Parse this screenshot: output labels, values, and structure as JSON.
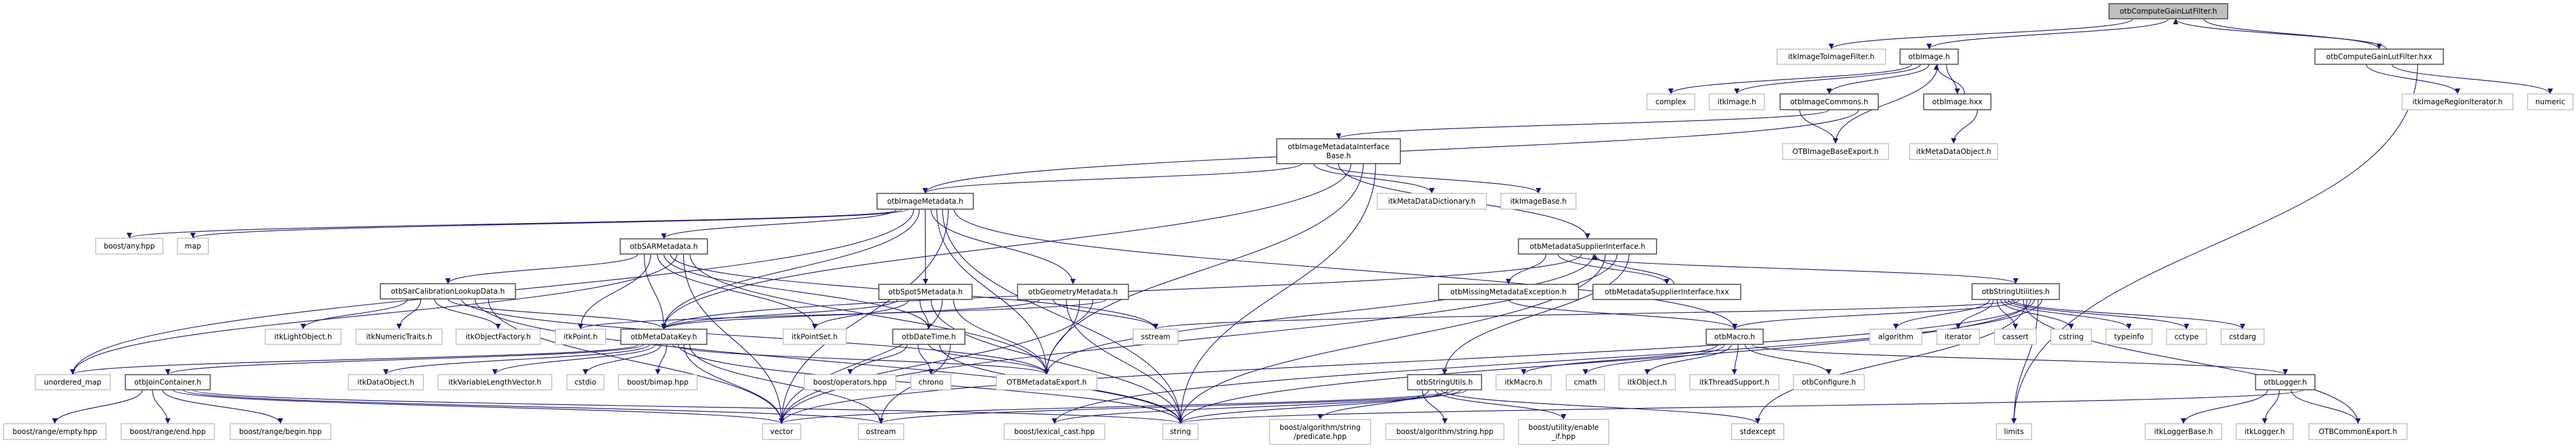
{
  "colors": {
    "edge": "#191970",
    "root_fill": "#bfbfbf",
    "internal_border": "#404040",
    "external_border": "#bfbfbf"
  },
  "nodes": [
    {
      "lines": [
        "otbComputeGainLutFilter.h"
      ],
      "kind": "root"
    },
    {
      "lines": [
        "itkImageToImageFilter.h"
      ],
      "kind": "external"
    },
    {
      "lines": [
        "otbImage.h"
      ],
      "kind": "internal"
    },
    {
      "lines": [
        "otbComputeGainLutFilter.hxx"
      ],
      "kind": "internal"
    },
    {
      "lines": [
        "complex"
      ],
      "kind": "external"
    },
    {
      "lines": [
        "itkImage.h"
      ],
      "kind": "external"
    },
    {
      "lines": [
        "otbImageCommons.h"
      ],
      "kind": "internal"
    },
    {
      "lines": [
        "otbImage.hxx"
      ],
      "kind": "internal"
    },
    {
      "lines": [
        "itkImageRegionIterator.h"
      ],
      "kind": "external"
    },
    {
      "lines": [
        "numeric"
      ],
      "kind": "external"
    },
    {
      "lines": [
        "otbImageMetadataInterface",
        "Base.h"
      ],
      "kind": "internal"
    },
    {
      "lines": [
        "OTBImageBaseExport.h"
      ],
      "kind": "external"
    },
    {
      "lines": [
        "itkMetaDataObject.h"
      ],
      "kind": "external"
    },
    {
      "lines": [
        "otbImageMetadata.h"
      ],
      "kind": "internal"
    },
    {
      "lines": [
        "itkMetaDataDictionary.h"
      ],
      "kind": "external"
    },
    {
      "lines": [
        "itkImageBase.h"
      ],
      "kind": "external"
    },
    {
      "lines": [
        "boost/any.hpp"
      ],
      "kind": "external"
    },
    {
      "lines": [
        "map"
      ],
      "kind": "external"
    },
    {
      "lines": [
        "otbSARMetadata.h"
      ],
      "kind": "internal"
    },
    {
      "lines": [
        "otbMetadataSupplierInterface.h"
      ],
      "kind": "internal"
    },
    {
      "lines": [
        "otbSarCalibrationLookupData.h"
      ],
      "kind": "internal"
    },
    {
      "lines": [
        "otbSpot5Metadata.h"
      ],
      "kind": "internal"
    },
    {
      "lines": [
        "otbGeometryMetadata.h"
      ],
      "kind": "internal"
    },
    {
      "lines": [
        "otbMissingMetadataException.h"
      ],
      "kind": "internal"
    },
    {
      "lines": [
        "otbMetadataSupplierInterface.hxx"
      ],
      "kind": "internal"
    },
    {
      "lines": [
        "otbStringUtilities.h"
      ],
      "kind": "internal"
    },
    {
      "lines": [
        "itkLightObject.h"
      ],
      "kind": "external"
    },
    {
      "lines": [
        "itkNumericTraits.h"
      ],
      "kind": "external"
    },
    {
      "lines": [
        "itkObjectFactory.h"
      ],
      "kind": "external"
    },
    {
      "lines": [
        "itkPoint.h"
      ],
      "kind": "external"
    },
    {
      "lines": [
        "otbMetaDataKey.h"
      ],
      "kind": "internal"
    },
    {
      "lines": [
        "itkPointSet.h"
      ],
      "kind": "external"
    },
    {
      "lines": [
        "otbDateTime.h"
      ],
      "kind": "internal"
    },
    {
      "lines": [
        "sstream"
      ],
      "kind": "external"
    },
    {
      "lines": [
        "otbMacro.h"
      ],
      "kind": "internal"
    },
    {
      "lines": [
        "algorithm"
      ],
      "kind": "external"
    },
    {
      "lines": [
        "iterator"
      ],
      "kind": "external"
    },
    {
      "lines": [
        "cassert"
      ],
      "kind": "external"
    },
    {
      "lines": [
        "cstring"
      ],
      "kind": "external"
    },
    {
      "lines": [
        "typeinfo"
      ],
      "kind": "external"
    },
    {
      "lines": [
        "cctype"
      ],
      "kind": "external"
    },
    {
      "lines": [
        "cstdarg"
      ],
      "kind": "external"
    },
    {
      "lines": [
        "unordered_map"
      ],
      "kind": "external"
    },
    {
      "lines": [
        "otbJoinContainer.h"
      ],
      "kind": "internal"
    },
    {
      "lines": [
        "itkDataObject.h"
      ],
      "kind": "external"
    },
    {
      "lines": [
        "itkVariableLengthVector.h"
      ],
      "kind": "external"
    },
    {
      "lines": [
        "cstdio"
      ],
      "kind": "external"
    },
    {
      "lines": [
        "boost/bimap.hpp"
      ],
      "kind": "external"
    },
    {
      "lines": [
        "boost/operators.hpp"
      ],
      "kind": "external"
    },
    {
      "lines": [
        "chrono"
      ],
      "kind": "external"
    },
    {
      "lines": [
        "OTBMetadataExport.h"
      ],
      "kind": "external"
    },
    {
      "lines": [
        "otbStringUtils.h"
      ],
      "kind": "internal"
    },
    {
      "lines": [
        "itkMacro.h"
      ],
      "kind": "external"
    },
    {
      "lines": [
        "cmath"
      ],
      "kind": "external"
    },
    {
      "lines": [
        "itkObject.h"
      ],
      "kind": "external"
    },
    {
      "lines": [
        "itkThreadSupport.h"
      ],
      "kind": "external"
    },
    {
      "lines": [
        "otbConfigure.h"
      ],
      "kind": "external"
    },
    {
      "lines": [
        "otbLogger.h"
      ],
      "kind": "internal"
    },
    {
      "lines": [
        "boost/range/empty.hpp"
      ],
      "kind": "external"
    },
    {
      "lines": [
        "boost/range/end.hpp"
      ],
      "kind": "external"
    },
    {
      "lines": [
        "boost/range/begin.hpp"
      ],
      "kind": "external"
    },
    {
      "lines": [
        "vector"
      ],
      "kind": "external"
    },
    {
      "lines": [
        "ostream"
      ],
      "kind": "external"
    },
    {
      "lines": [
        "boost/lexical_cast.hpp"
      ],
      "kind": "external"
    },
    {
      "lines": [
        "string"
      ],
      "kind": "external"
    },
    {
      "lines": [
        "boost/algorithm/string",
        "/predicate.hpp"
      ],
      "kind": "external"
    },
    {
      "lines": [
        "boost/algorithm/string.hpp"
      ],
      "kind": "external"
    },
    {
      "lines": [
        "boost/utility/enable",
        "_if.hpp"
      ],
      "kind": "external"
    },
    {
      "lines": [
        "stdexcept"
      ],
      "kind": "external"
    },
    {
      "lines": [
        "limits"
      ],
      "kind": "external"
    },
    {
      "lines": [
        "itkLoggerBase.h"
      ],
      "kind": "external"
    },
    {
      "lines": [
        "itkLogger.h"
      ],
      "kind": "external"
    },
    {
      "lines": [
        "OTBCommonExport.h"
      ],
      "kind": "external"
    }
  ],
  "edges": [
    [
      0,
      1
    ],
    [
      0,
      2
    ],
    [
      0,
      3
    ],
    [
      3,
      0
    ],
    [
      2,
      4
    ],
    [
      2,
      5
    ],
    [
      2,
      6
    ],
    [
      2,
      11
    ],
    [
      2,
      7
    ],
    [
      7,
      2
    ],
    [
      6,
      11
    ],
    [
      6,
      10
    ],
    [
      6,
      13
    ],
    [
      7,
      12
    ],
    [
      3,
      8
    ],
    [
      3,
      9
    ],
    [
      3,
      69
    ],
    [
      10,
      13
    ],
    [
      10,
      14
    ],
    [
      10,
      15
    ],
    [
      10,
      19
    ],
    [
      10,
      30
    ],
    [
      10,
      50
    ],
    [
      10,
      64
    ],
    [
      13,
      18
    ],
    [
      13,
      16
    ],
    [
      13,
      17
    ],
    [
      13,
      42
    ],
    [
      13,
      30
    ],
    [
      13,
      21
    ],
    [
      13,
      22
    ],
    [
      13,
      50
    ],
    [
      13,
      64
    ],
    [
      13,
      61
    ],
    [
      13,
      34
    ],
    [
      18,
      20
    ],
    [
      18,
      30
    ],
    [
      18,
      29
    ],
    [
      18,
      31
    ],
    [
      18,
      32
    ],
    [
      18,
      33
    ],
    [
      18,
      42
    ],
    [
      18,
      61
    ],
    [
      18,
      50
    ],
    [
      20,
      26
    ],
    [
      20,
      27
    ],
    [
      20,
      28
    ],
    [
      20,
      30
    ],
    [
      20,
      50
    ],
    [
      20,
      64
    ],
    [
      20,
      61
    ],
    [
      30,
      42
    ],
    [
      30,
      43
    ],
    [
      30,
      44
    ],
    [
      30,
      45
    ],
    [
      30,
      46
    ],
    [
      30,
      47
    ],
    [
      30,
      50
    ],
    [
      30,
      64
    ],
    [
      30,
      61
    ],
    [
      30,
      62
    ],
    [
      43,
      58
    ],
    [
      43,
      59
    ],
    [
      43,
      60
    ],
    [
      43,
      61
    ],
    [
      43,
      62
    ],
    [
      43,
      64
    ],
    [
      21,
      30
    ],
    [
      21,
      31
    ],
    [
      21,
      32
    ],
    [
      21,
      64
    ],
    [
      21,
      61
    ],
    [
      21,
      50
    ],
    [
      22,
      30
    ],
    [
      22,
      33
    ],
    [
      22,
      64
    ],
    [
      22,
      50
    ],
    [
      22,
      61
    ],
    [
      22,
      29
    ],
    [
      32,
      48
    ],
    [
      32,
      49
    ],
    [
      32,
      50
    ],
    [
      32,
      64
    ],
    [
      32,
      62
    ],
    [
      19,
      23
    ],
    [
      19,
      24
    ],
    [
      24,
      19
    ],
    [
      19,
      25
    ],
    [
      19,
      30
    ],
    [
      19,
      50
    ],
    [
      19,
      64
    ],
    [
      19,
      61
    ],
    [
      19,
      51
    ],
    [
      23,
      34
    ],
    [
      25,
      35
    ],
    [
      25,
      36
    ],
    [
      25,
      37
    ],
    [
      25,
      38
    ],
    [
      25,
      39
    ],
    [
      25,
      40
    ],
    [
      25,
      41
    ],
    [
      25,
      33
    ],
    [
      25,
      34
    ],
    [
      25,
      72
    ],
    [
      25,
      68
    ],
    [
      25,
      64
    ],
    [
      25,
      61
    ],
    [
      25,
      69
    ],
    [
      25,
      63
    ],
    [
      34,
      52
    ],
    [
      34,
      53
    ],
    [
      34,
      54
    ],
    [
      34,
      55
    ],
    [
      34,
      56
    ],
    [
      34,
      57
    ],
    [
      57,
      70
    ],
    [
      57,
      71
    ],
    [
      57,
      72
    ],
    [
      57,
      64
    ],
    [
      51,
      66
    ],
    [
      51,
      65
    ],
    [
      51,
      67
    ],
    [
      51,
      68
    ],
    [
      51,
      64
    ],
    [
      51,
      61
    ],
    [
      51,
      63
    ],
    [
      51,
      62
    ]
  ]
}
